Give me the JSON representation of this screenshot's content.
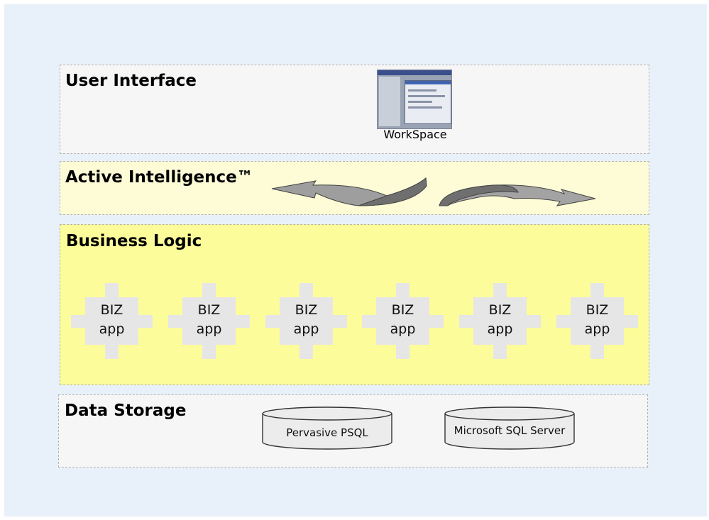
{
  "layers": {
    "user_interface": {
      "title": "User Interface",
      "app_label": "WorkSpace"
    },
    "active_intelligence": {
      "title": "Active Intelligence™"
    },
    "business_logic": {
      "title": "Business Logic",
      "apps": [
        {
          "line1": "BIZ",
          "line2": "app"
        },
        {
          "line1": "BIZ",
          "line2": "app"
        },
        {
          "line1": "BIZ",
          "line2": "app"
        },
        {
          "line1": "BIZ",
          "line2": "app"
        },
        {
          "line1": "BIZ",
          "line2": "app"
        },
        {
          "line1": "BIZ",
          "line2": "app"
        }
      ]
    },
    "data_storage": {
      "title": "Data Storage",
      "databases": [
        {
          "label": "Pervasive PSQL"
        },
        {
          "label": "Microsoft SQL Server"
        }
      ]
    }
  },
  "colors": {
    "background": "#e8f1f9",
    "ui_layer": "#f6f6f6",
    "ai_layer": "#fdfcd6",
    "bl_layer": "#fdfc9a",
    "ds_layer": "#f6f6f6",
    "puzzle_piece": "#e6e6e6",
    "database": "#ececec"
  },
  "icons": [
    "workspace-screenshot-icon",
    "cycle-arrow-left-icon",
    "cycle-arrow-right-icon",
    "puzzle-piece-icon",
    "database-cylinder-icon"
  ]
}
